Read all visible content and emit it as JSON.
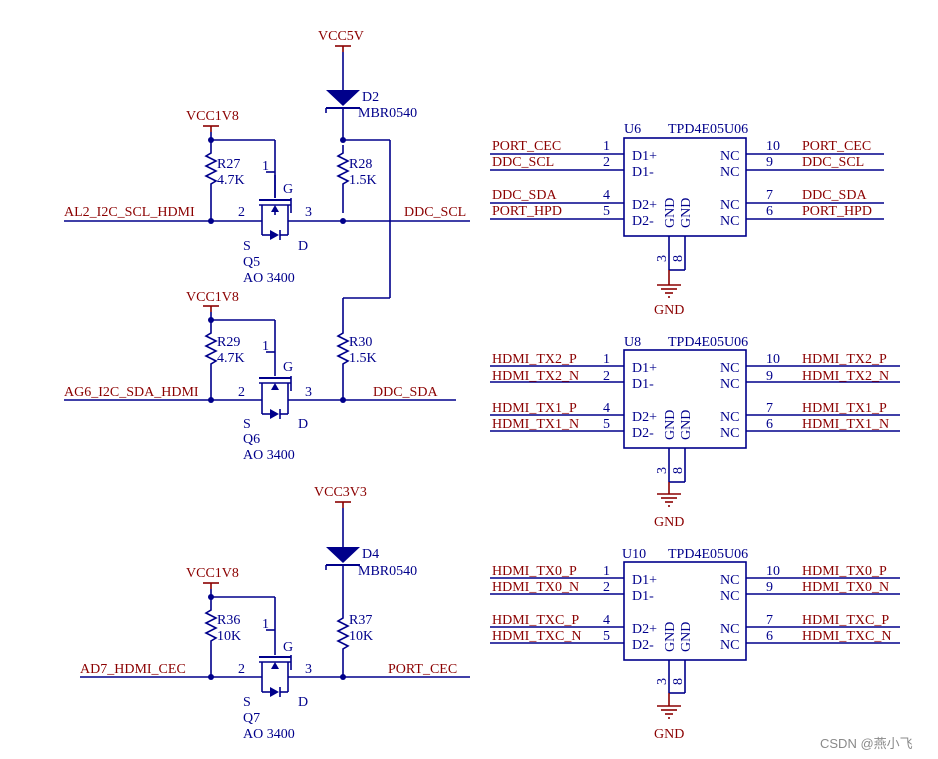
{
  "nets": {
    "vcc5v": "VCC5V",
    "vcc3v3": "VCC3V3",
    "vcc1v8": "VCC1V8",
    "gnd": "GND",
    "al2": "AL2_I2C_SCL_HDMI",
    "ag6": "AG6_I2C_SDA_HDMI",
    "ad7": "AD7_HDMI_CEC",
    "ddc_scl": "DDC_SCL",
    "ddc_sda": "DDC_SDA",
    "port_cec": "PORT_CEC",
    "port_hpd": "PORT_HPD",
    "hdmi_tx2_p": "HDMI_TX2_P",
    "hdmi_tx2_n": "HDMI_TX2_N",
    "hdmi_tx1_p": "HDMI_TX1_P",
    "hdmi_tx1_n": "HDMI_TX1_N",
    "hdmi_tx0_p": "HDMI_TX0_P",
    "hdmi_tx0_n": "HDMI_TX0_N",
    "hdmi_txc_p": "HDMI_TXC_P",
    "hdmi_txc_n": "HDMI_TXC_N"
  },
  "parts": {
    "d2": {
      "ref": "D2",
      "value": "MBR0540"
    },
    "d4": {
      "ref": "D4",
      "value": "MBR0540"
    },
    "r27": {
      "ref": "R27",
      "value": "4.7K"
    },
    "r28": {
      "ref": "R28",
      "value": "1.5K"
    },
    "r29": {
      "ref": "R29",
      "value": "4.7K"
    },
    "r30": {
      "ref": "R30",
      "value": "1.5K"
    },
    "r36": {
      "ref": "R36",
      "value": "10K"
    },
    "r37": {
      "ref": "R37",
      "value": "10K"
    },
    "q5": {
      "ref": "Q5",
      "value": "AO 3400"
    },
    "q6": {
      "ref": "Q6",
      "value": "AO 3400"
    },
    "q7": {
      "ref": "Q7",
      "value": "AO 3400"
    },
    "u6": {
      "ref": "U6",
      "value": "TPD4E05U06"
    },
    "u8": {
      "ref": "U8",
      "value": "TPD4E05U06"
    },
    "u10": {
      "ref": "U10",
      "value": "TPD4E05U06"
    }
  },
  "pins": {
    "p1": "1",
    "p2": "2",
    "p3": "3",
    "p4": "4",
    "p5": "5",
    "p6": "6",
    "p7": "7",
    "p8": "8",
    "p9": "9",
    "p10": "10",
    "g": "G",
    "s": "S",
    "d": "D",
    "d1p": "D1+",
    "d1n": "D1-",
    "d2p": "D2+",
    "d2n": "D2-",
    "nc": "NC",
    "gnd": "GND"
  },
  "watermark": "CSDN @燕小飞"
}
